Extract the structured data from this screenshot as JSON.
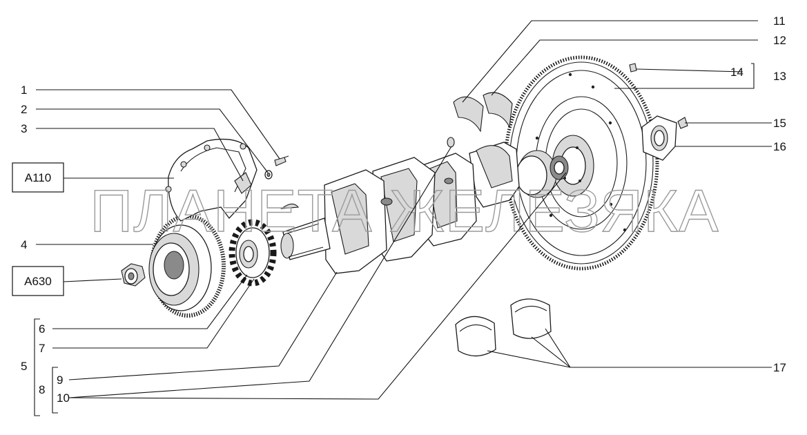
{
  "watermark": "ПЛАНЕТА ЖЕЛЕЗЯКА",
  "callouts": {
    "c1": "1",
    "c2": "2",
    "c3": "3",
    "c4": "4",
    "c5": "5",
    "c6": "6",
    "c7": "7",
    "c8": "8",
    "c9": "9",
    "c10": "10",
    "c11": "11",
    "c12": "12",
    "c13": "13",
    "c14": "14",
    "c15": "15",
    "c16": "16",
    "c17": "17"
  },
  "refs": {
    "a110": "A110",
    "a630": "A630"
  }
}
